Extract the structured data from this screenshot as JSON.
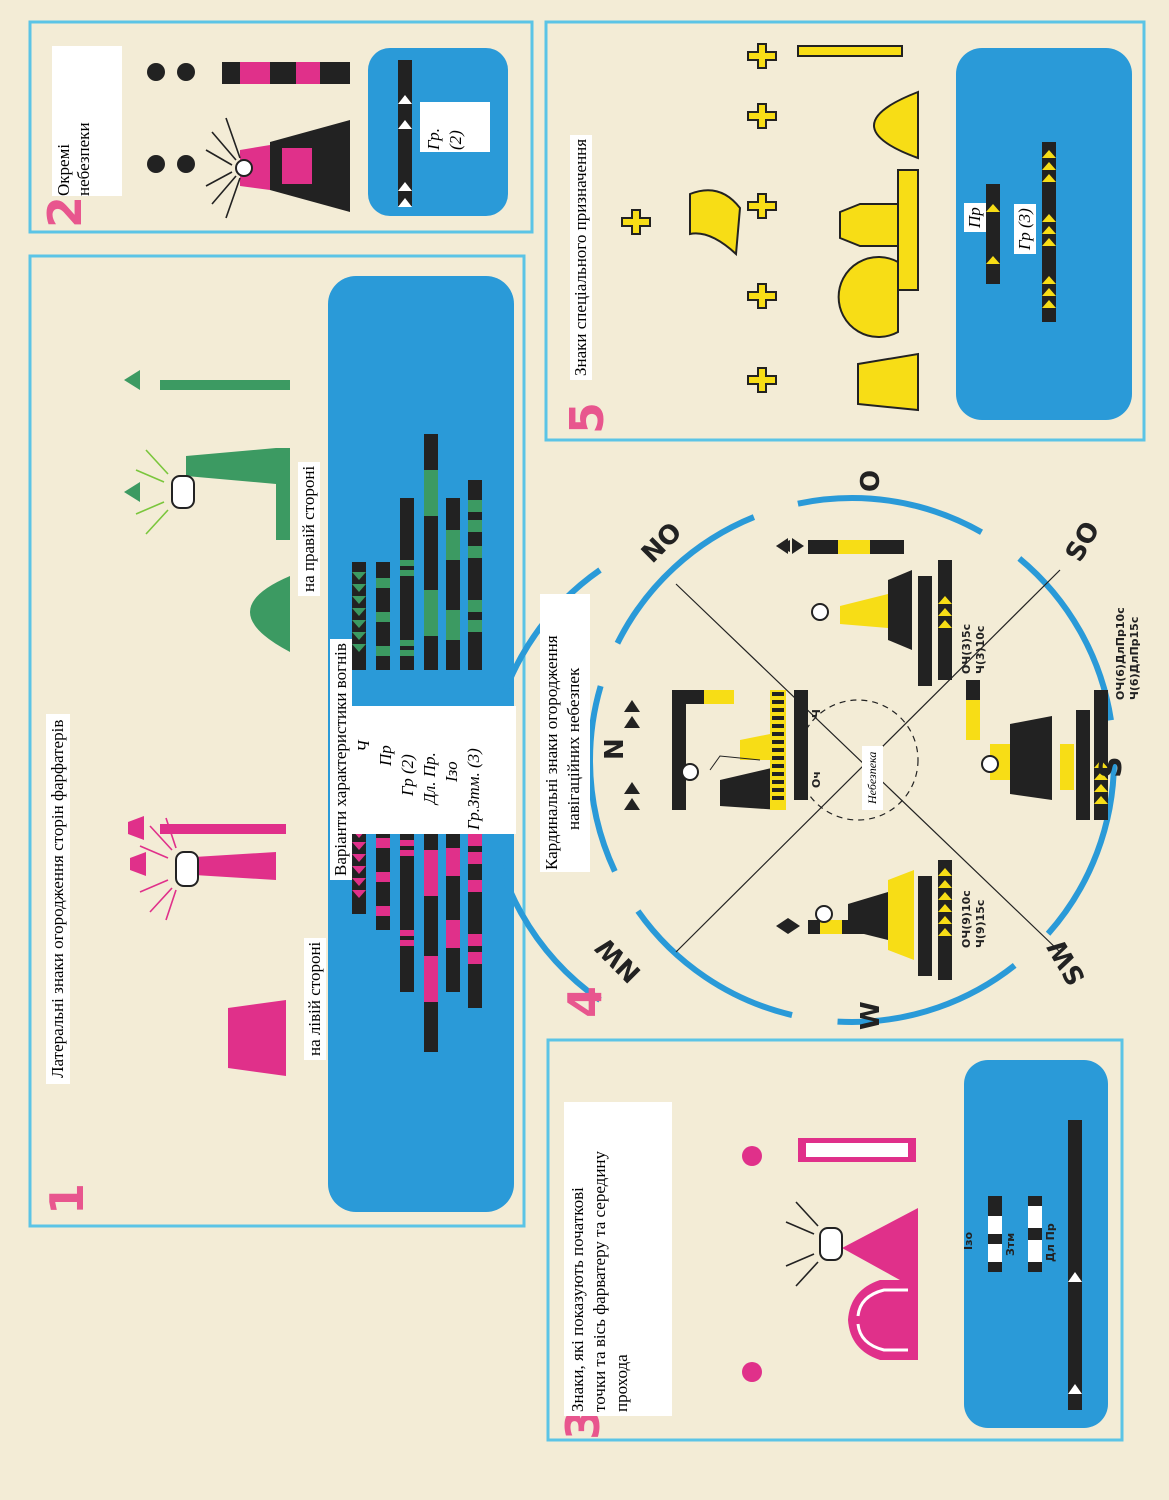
{
  "colors": {
    "paper": "#f3ecd6",
    "frame": "#5bc4e6",
    "sea": "#2a9ad8",
    "pink": "#e0308a",
    "green": "#3c9a62",
    "yellow": "#f7dd16",
    "dark": "#222222",
    "number": "#e8568e",
    "compass": "#2a9ad8"
  },
  "panels": {
    "p1": {
      "number": "1",
      "title": "Латеральні знаки огородження сторін фарфатерів",
      "left_label": "на лівій стороні",
      "right_label": "на правій стороні",
      "light_title": "Варіанти характеристики вогнів",
      "light_codes": [
        "Ч",
        "Пр",
        "Гр (2)",
        "Дл. Пр.",
        "Ізо",
        "Гр.Зтм. (3)"
      ]
    },
    "p2": {
      "number": "2",
      "title_line1": "Окремі",
      "title_line2": "небезпеки",
      "code_line1": "Гр.",
      "code_line2": "(2)"
    },
    "p3": {
      "number": "3",
      "title_line1": "Знаки, які показують початкові",
      "title_line2": "точки та вісь фарватеру та середину",
      "title_line3": "прохода",
      "codes": [
        "Ізо",
        "Зтм",
        "Дл Пр"
      ]
    },
    "p4": {
      "number": "4",
      "title_line1": "Кардинальні знаки огородження",
      "title_line2": "навігаційних небезпек",
      "center": "Небезпека",
      "directions": [
        "N",
        "NO",
        "O",
        "SO",
        "S",
        "SW",
        "W",
        "NW"
      ],
      "codes_n": [
        "Оч",
        "Ч"
      ],
      "codes_o": [
        "ОЧ(3)5с",
        "Ч(3)10с"
      ],
      "codes_s": [
        "ОЧ(6)ДлПр10с",
        "Ч(6)ДлПр15с"
      ],
      "codes_w": [
        "ОЧ(9)10с",
        "Ч(9)15с"
      ]
    },
    "p5": {
      "number": "5",
      "title": "Знаки спеціального призначення",
      "code1": "Пр",
      "code2": "Гр (3)"
    }
  }
}
